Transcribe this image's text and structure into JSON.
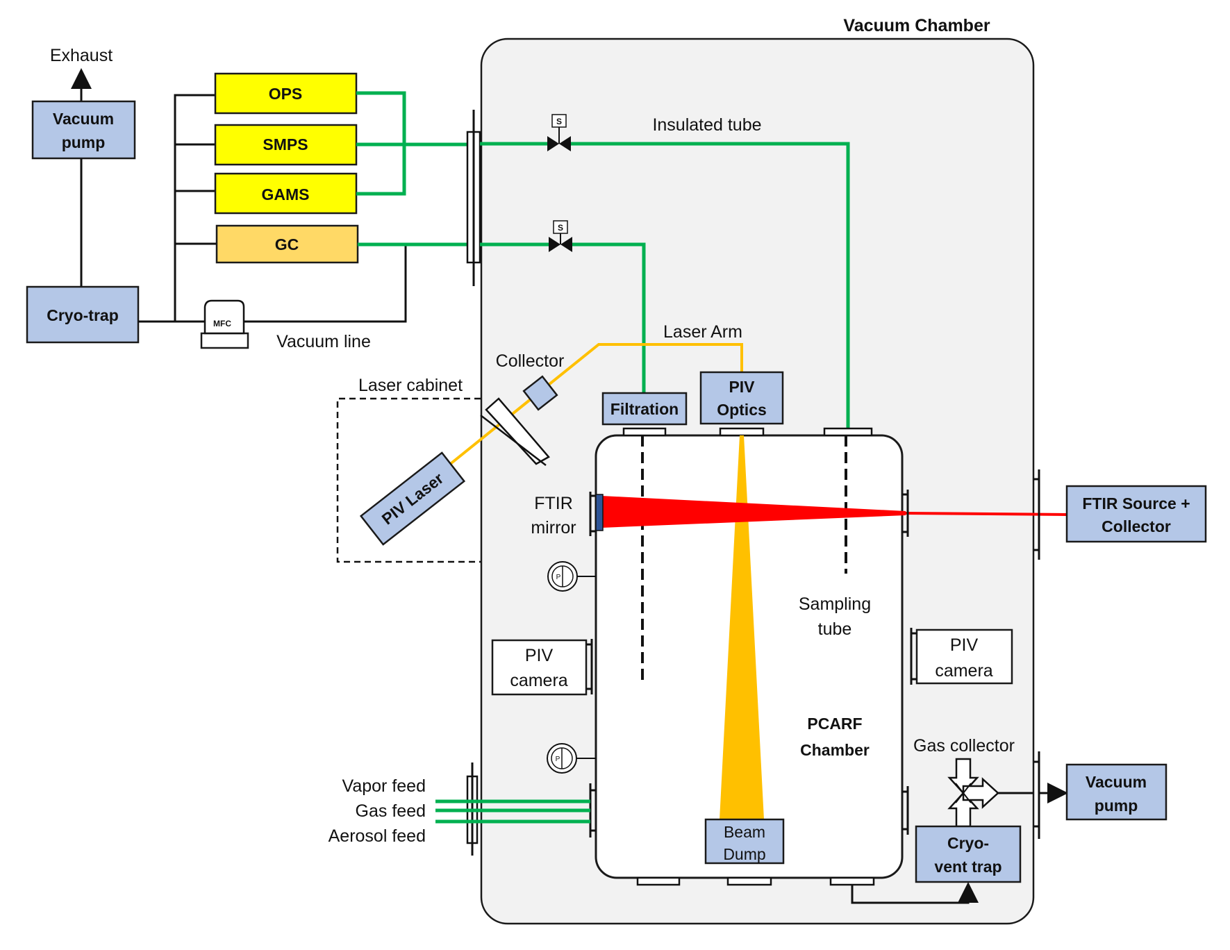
{
  "labels": {
    "vacuum_chamber": "Vacuum Chamber",
    "exhaust": "Exhaust",
    "vacuum_pump_left": [
      "Vacuum",
      "pump"
    ],
    "ops": "OPS",
    "smps": "SMPS",
    "gams": "GAMS",
    "gc": "GC",
    "cryo_trap": "Cryo-trap",
    "mfc": "MFC",
    "vacuum_line": "Vacuum line",
    "insulated_tube": "Insulated tube",
    "valve_s": "S",
    "laser_arm": "Laser Arm",
    "collector": "Collector",
    "laser_cabinet": "Laser cabinet",
    "piv_laser": "PIV Laser",
    "filtration": "Filtration",
    "piv_optics": [
      "PIV",
      "Optics"
    ],
    "ftir_mirror": [
      "FTIR",
      "mirror"
    ],
    "piv_camera_left": [
      "PIV",
      "camera"
    ],
    "piv_camera_right": [
      "PIV",
      "camera"
    ],
    "sampling_tube": [
      "Sampling",
      "tube"
    ],
    "pcarf_chamber": [
      "PCARF",
      "Chamber"
    ],
    "beam_dump": [
      "Beam",
      "Dump"
    ],
    "gas_collector": "Gas collector",
    "cryo_vent_trap": [
      "Cryo-",
      "vent trap"
    ],
    "vacuum_pump_right": [
      "Vacuum",
      "pump"
    ],
    "ftir_source": [
      "FTIR Source +",
      "Collector"
    ],
    "vapor_feed": "Vapor feed",
    "gas_feed": "Gas feed",
    "aerosol_feed": "Aerosol feed",
    "gauge_p": "P"
  },
  "colors": {
    "instrument_blue": "#b4c7e7",
    "analyzer_yellow": "#ffff00",
    "gc_gold": "#ffd966",
    "tube_green": "#00b050",
    "laser_beam": "#ffc000",
    "ftir_beam": "#ff0000",
    "chamber_fill": "#f2f2f2"
  }
}
